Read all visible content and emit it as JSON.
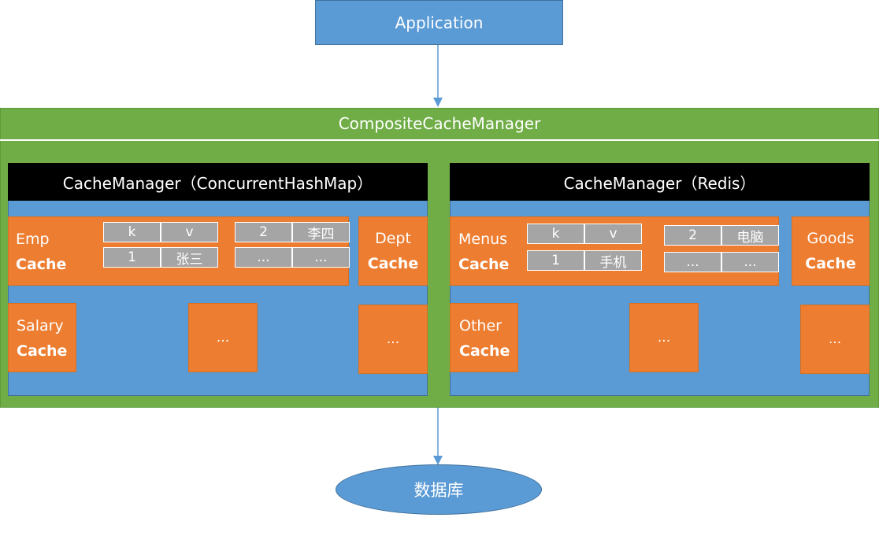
{
  "application": "Application",
  "composite": "CompositeCacheManager",
  "managers": [
    {
      "title": "CacheManager（ConcurrentHashMap）",
      "main_cache": {
        "line1": "Emp",
        "line2": "Cache"
      },
      "table_left": [
        [
          "k",
          "v"
        ],
        [
          "1",
          "张三"
        ]
      ],
      "table_right": [
        [
          "2",
          "李四"
        ],
        [
          "...",
          "..."
        ]
      ],
      "side_cache": {
        "line1": "Dept",
        "line2": "Cache"
      },
      "bottom_cache": {
        "line1": "Salary",
        "line2": "Cache"
      },
      "ellipsis_a": "...",
      "ellipsis_b": "..."
    },
    {
      "title": "CacheManager（Redis）",
      "main_cache": {
        "line1": "Menus",
        "line2": "Cache"
      },
      "table_left": [
        [
          "k",
          "v"
        ],
        [
          "1",
          "手机"
        ]
      ],
      "table_right": [
        [
          "2",
          "电脑"
        ],
        [
          "...",
          "..."
        ]
      ],
      "side_cache": {
        "line1": "Goods",
        "line2": "Cache"
      },
      "bottom_cache": {
        "line1": "Other",
        "line2": "Cache"
      },
      "ellipsis_a": "...",
      "ellipsis_b": "..."
    }
  ],
  "database": "数据库"
}
